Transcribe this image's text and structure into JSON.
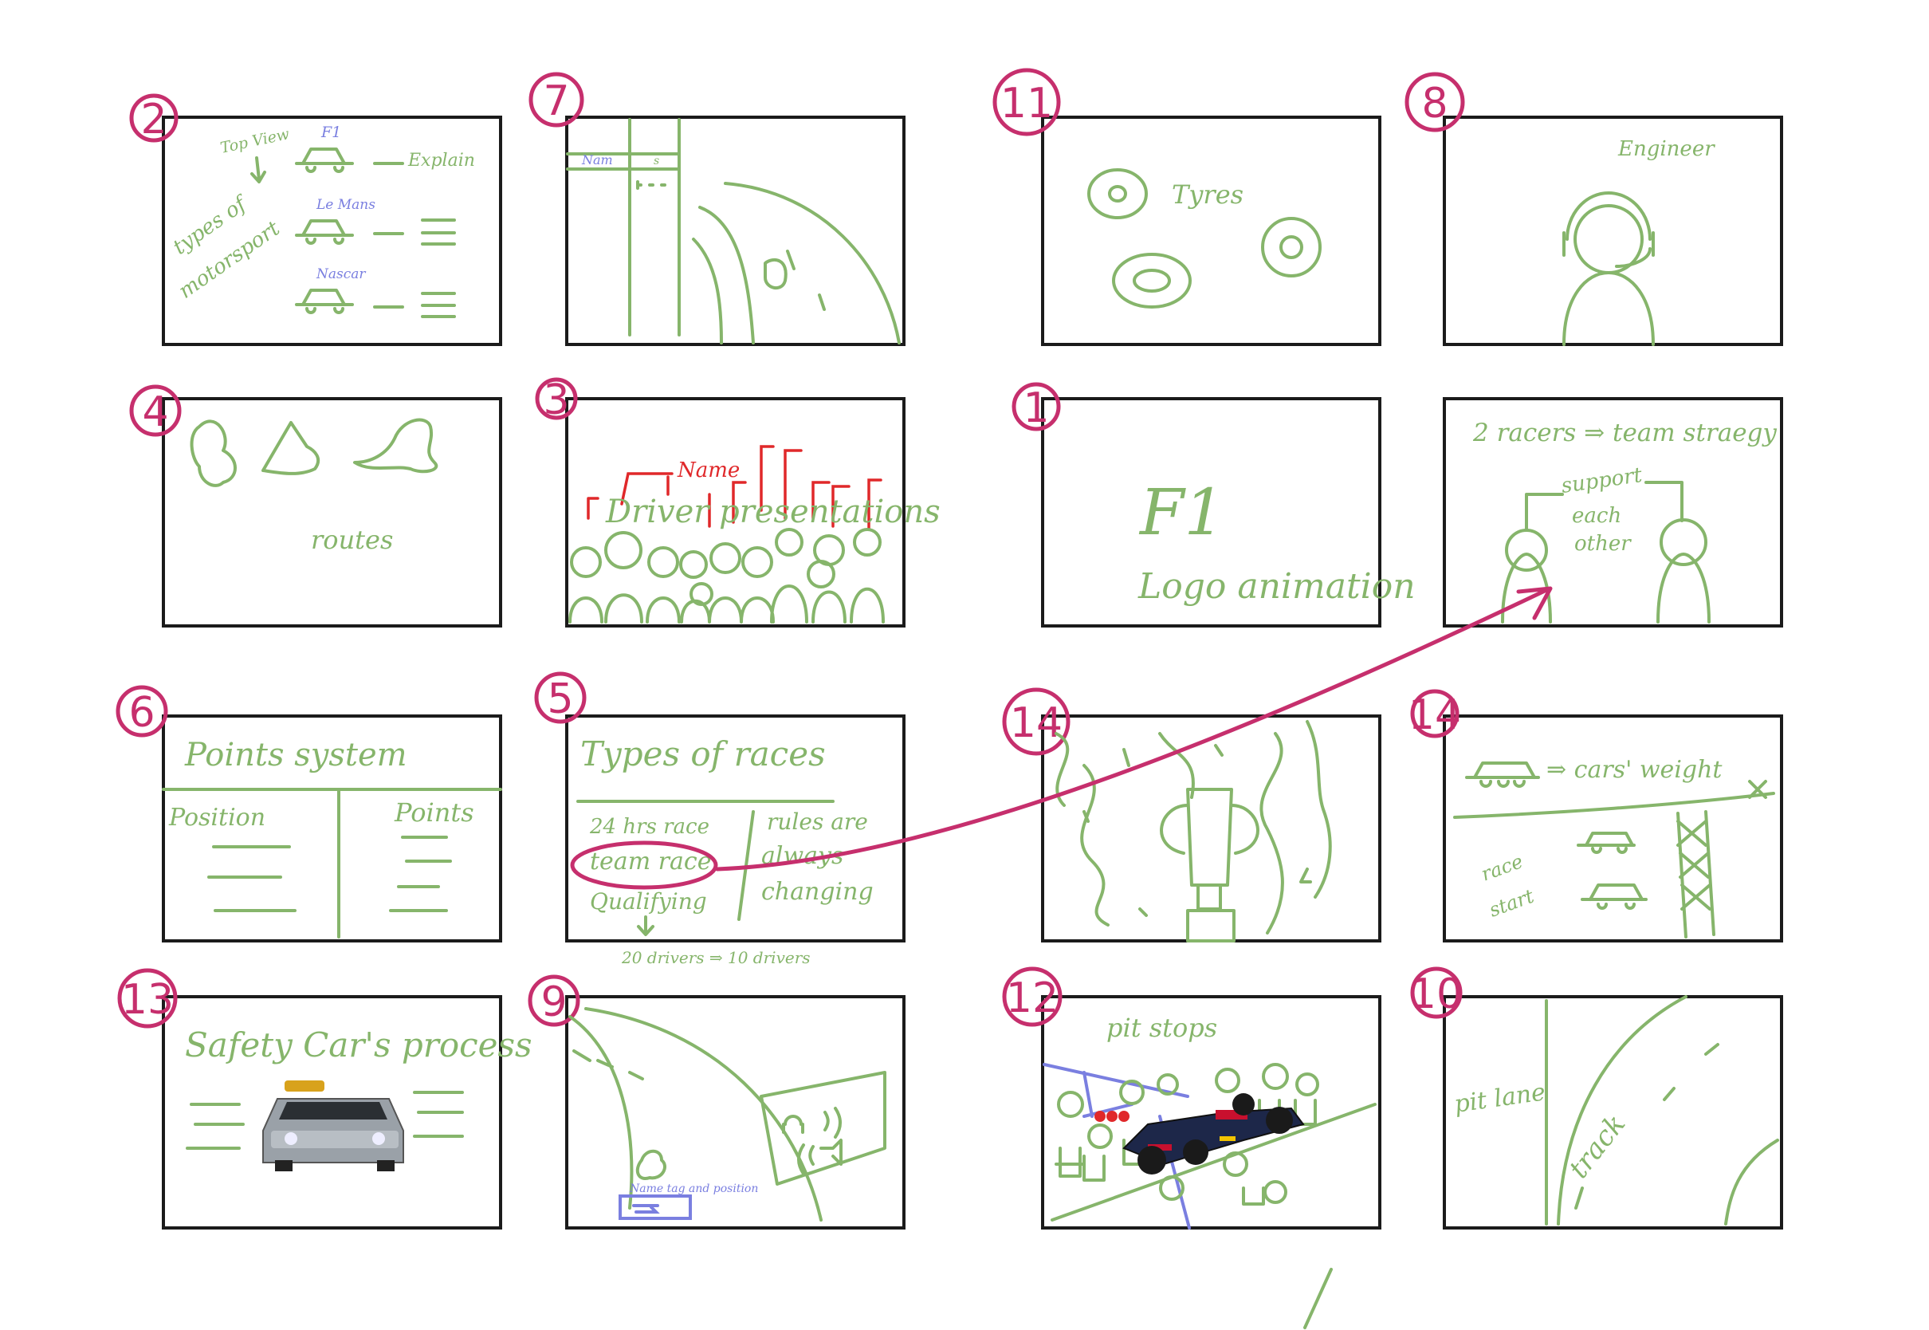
{
  "panels": [
    {
      "number": "2",
      "texts": {
        "top_view": "Top View",
        "f1": "F1",
        "explain": "Explain",
        "le_mans": "Le Mans",
        "nascar": "Nascar",
        "types_of": "types of",
        "motorsport": "motorsport"
      }
    },
    {
      "number": "7",
      "texts": {
        "col1": "Nam",
        "col2": "s"
      }
    },
    {
      "number": "11",
      "texts": {
        "tyres": "Tyres"
      }
    },
    {
      "number": "8",
      "texts": {
        "engineer": "Engineer"
      }
    },
    {
      "number": "4",
      "texts": {
        "routes": "routes"
      }
    },
    {
      "number": "3",
      "texts": {
        "name": "Name",
        "caption": "Driver presentations"
      }
    },
    {
      "number": "1",
      "texts": {
        "f1": "F1",
        "logo": "Logo animation"
      }
    },
    {
      "number": "",
      "texts": {
        "title": "2 racers ⇒ team straegy",
        "support": "support",
        "each": "each",
        "other": "other"
      }
    },
    {
      "number": "6",
      "texts": {
        "title": "Points system",
        "position": "Position",
        "points": "Points"
      }
    },
    {
      "number": "5",
      "texts": {
        "title": "Types of races",
        "race24": "24 hrs race",
        "team": "team race",
        "qualifying": "Qualifying",
        "rules1": "rules are",
        "rules2": "always",
        "rules3": "changing",
        "drivers": "20 drivers ⇒ 10 drivers"
      }
    },
    {
      "number": "14",
      "texts": {}
    },
    {
      "number": "14",
      "texts": {
        "weight": "⇒ cars' weight",
        "race": "race",
        "start": "start"
      }
    },
    {
      "number": "13",
      "texts": {
        "title": "Safety Car's process"
      }
    },
    {
      "number": "9",
      "texts": {
        "tag": "Name tag and position"
      }
    },
    {
      "number": "12",
      "texts": {
        "title": "pit stops"
      }
    },
    {
      "number": "10",
      "texts": {
        "pit_lane": "pit lane",
        "track": "track"
      }
    }
  ],
  "colors": {
    "sketch": "#86b56b",
    "numbers": "#c62f6d",
    "annotation_blue": "#7a7fe0",
    "annotation_red": "#e0282a",
    "frame": "#1b1b1b"
  }
}
